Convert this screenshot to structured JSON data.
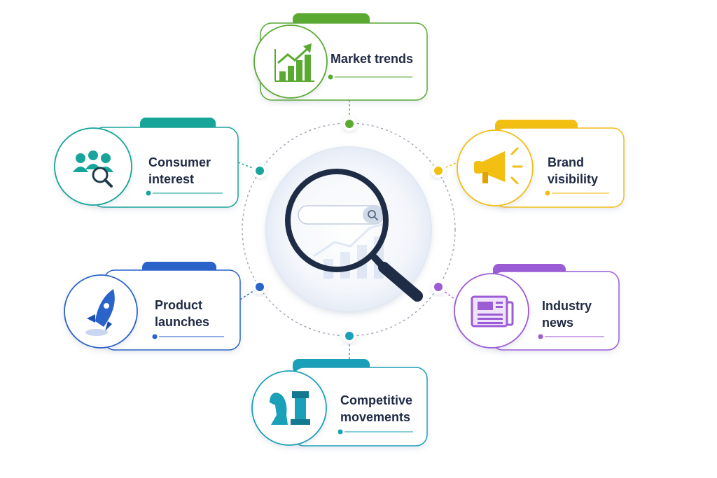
{
  "hub": {
    "search_placeholder": ""
  },
  "nodes": [
    {
      "id": "market-trends",
      "label": "Market trends",
      "color": "#5aaa32",
      "icon": "bar-chart-growth-icon"
    },
    {
      "id": "consumer-interest",
      "label": "Consumer interest",
      "color": "#17a59a",
      "icon": "people-search-icon"
    },
    {
      "id": "brand-visibility",
      "label": "Brand visibility",
      "color": "#f2bf12",
      "icon": "megaphone-icon"
    },
    {
      "id": "product-launches",
      "label": "Product launches",
      "color": "#2a63c9",
      "icon": "rocket-icon"
    },
    {
      "id": "industry-news",
      "label": "Industry news",
      "color": "#9b5cd6",
      "icon": "newspaper-icon"
    },
    {
      "id": "competitive-movements",
      "label": "Competitive movements",
      "color": "#1aa0b8",
      "icon": "chess-pieces-icon"
    }
  ]
}
